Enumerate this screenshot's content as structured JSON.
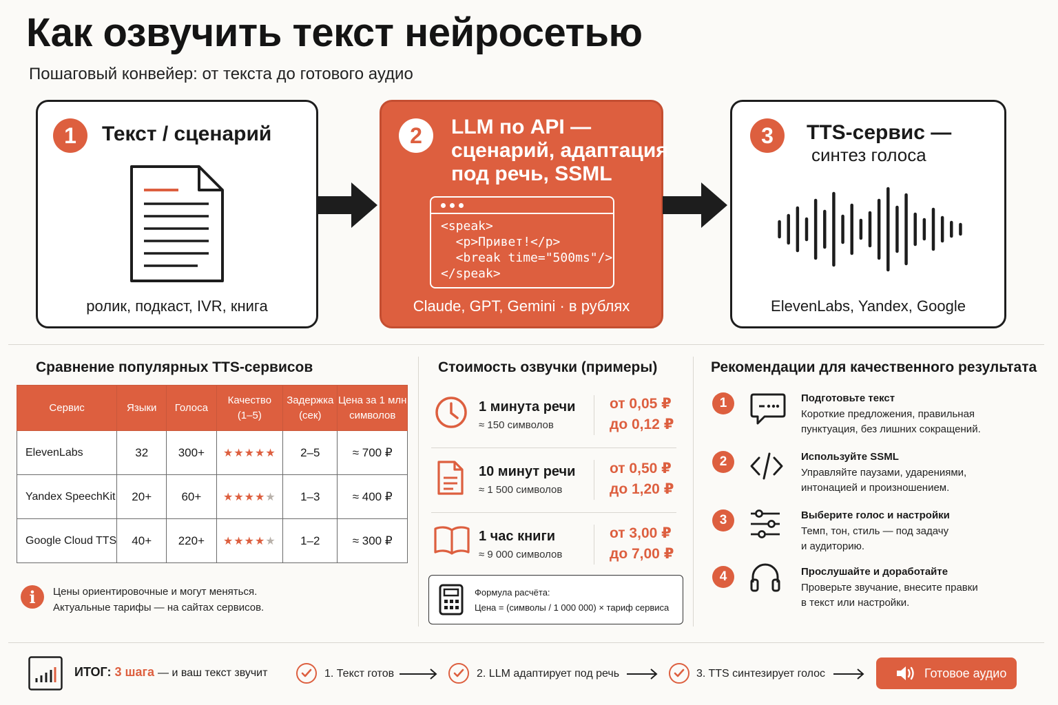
{
  "title": "Как озвучить текст нейросетью",
  "subtitle": "Пошаговый конвейер: от текста до готового аудио",
  "steps": [
    {
      "num": "1",
      "title": "Текст / сценарий",
      "footer": "ролик, подкаст, IVR, книга",
      "icon": "document-icon"
    },
    {
      "num": "2",
      "title_lines": [
        "LLM по API —",
        "сценарий, адаптация",
        "под речь, SSML"
      ],
      "code": [
        "<speak>",
        "  <p>Привет!</p>",
        "  <break time=\"500ms\"/>",
        "</speak>"
      ],
      "footer": "Claude, GPT, Gemini · в рублях",
      "icon": "code-window-icon"
    },
    {
      "num": "3",
      "title": "TTS-сервис —",
      "title2": "синтез голоса",
      "footer": "ElevenLabs, Yandex, Google",
      "icon": "waveform-icon"
    }
  ],
  "comparison": {
    "title": "Сравнение популярных TTS-сервисов",
    "headers": [
      "Сервис",
      "Языки",
      "Голоса",
      "Качество (1–5)",
      "Задержка (сек)",
      "Цена за 1 млн символов"
    ],
    "header_lines": [
      [
        "Сервис"
      ],
      [
        "Языки"
      ],
      [
        "Голоса"
      ],
      [
        "Качество",
        "(1–5)"
      ],
      [
        "Задержка",
        "(сек)"
      ],
      [
        "Цена за 1 млн",
        "символов"
      ]
    ],
    "rows": [
      {
        "service": "ElevenLabs",
        "languages": "32",
        "voices": "300+",
        "quality": 5,
        "latency": "2–5",
        "price": "≈ 700 ₽"
      },
      {
        "service": "Yandex SpeechKit",
        "languages": "20+",
        "voices": "60+",
        "quality": 4,
        "latency": "1–3",
        "price": "≈ 400 ₽"
      },
      {
        "service": "Google Cloud TTS",
        "languages": "40+",
        "voices": "220+",
        "quality": 4,
        "latency": "1–2",
        "price": "≈ 300 ₽"
      }
    ],
    "note_lines": [
      "Цены ориентировочные и могут меняться.",
      "Актуальные тарифы — на сайтах сервисов."
    ]
  },
  "cost": {
    "title": "Стоимость озвучки (примеры)",
    "items": [
      {
        "icon": "clock-icon",
        "main": "1 минута речи",
        "sub": "≈ 150 символов",
        "from": "от 0,05 ₽",
        "to": "до 0,12 ₽"
      },
      {
        "icon": "file-icon",
        "main": "10 минут речи",
        "sub": "≈ 1 500 символов",
        "from": "от 0,50 ₽",
        "to": "до 1,20 ₽"
      },
      {
        "icon": "book-icon",
        "main": "1 час книги",
        "sub": "≈ 9 000 символов",
        "from": "от 3,00 ₽",
        "to": "до 7,00 ₽"
      }
    ],
    "formula_label": "Формула расчёта:",
    "formula": "Цена = (символы / 1 000 000) × тариф сервиса"
  },
  "recommendations": {
    "title": "Рекомендации для качественного результата",
    "items": [
      {
        "num": "1",
        "icon": "chat-icon",
        "heading": "Подготовьте текст",
        "lines": [
          "Короткие предложения, правильная",
          "пунктуация, без лишних сокращений."
        ]
      },
      {
        "num": "2",
        "icon": "code-icon",
        "heading": "Используйте SSML",
        "lines": [
          "Управляйте паузами, ударениями,",
          "интонацией и произношением."
        ]
      },
      {
        "num": "3",
        "icon": "sliders-icon",
        "heading": "Выберите голос и настройки",
        "lines": [
          "Темп, тон, стиль — под задачу",
          "и аудиторию."
        ]
      },
      {
        "num": "4",
        "icon": "headphones-icon",
        "heading": "Прослушайте и доработайте",
        "lines": [
          "Проверьте звучание, внесите правки",
          "в текст или настройки."
        ]
      }
    ]
  },
  "summary": {
    "label": "ИТОГ:",
    "accent": "3 шага",
    "rest": "— и ваш текст звучит",
    "steps": [
      "1. Текст готов",
      "2. LLM адаптирует под речь",
      "3. TTS синтезирует голос"
    ],
    "button": "Готовое аудио"
  },
  "colors": {
    "accent": "#dd5f3f",
    "text": "#1a1a1a",
    "background": "#fbfaf7"
  }
}
